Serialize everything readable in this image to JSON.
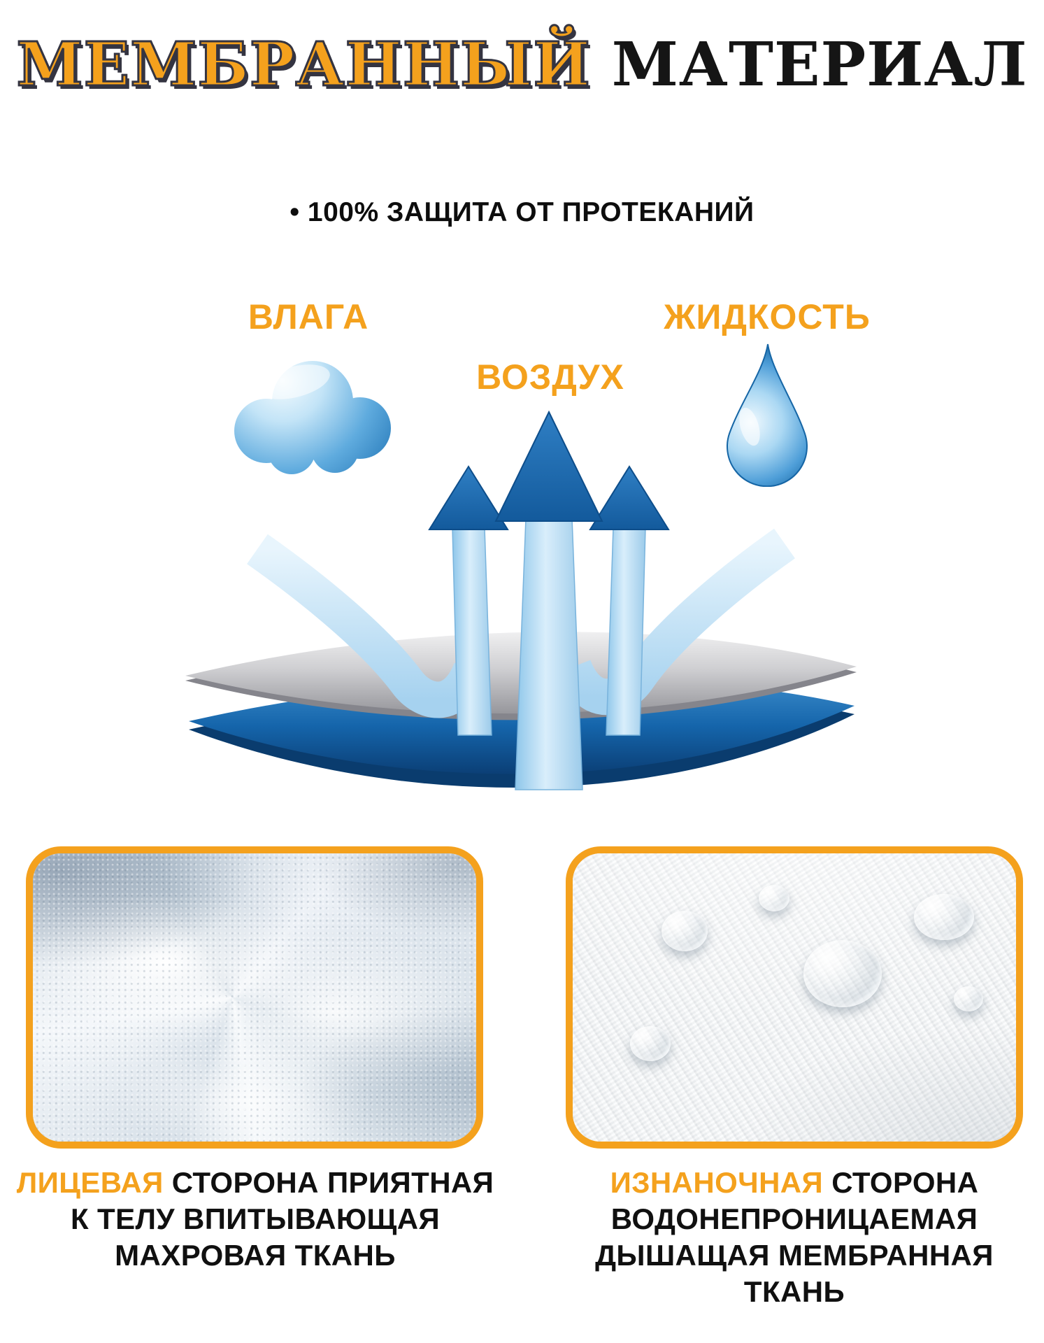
{
  "title": {
    "highlight": "МЕМБРАННЫЙ",
    "rest": "МАТЕРИАЛ"
  },
  "features": {
    "leak_protection": "• 100% ЗАЩИТА ОТ ПРОТЕКАНИЙ"
  },
  "diagram": {
    "moisture_label": "ВЛАГА",
    "air_label": "ВОЗДУХ",
    "liquid_label": "ЖИДКОСТЬ"
  },
  "cards": {
    "front": {
      "highlight": "ЛИЦЕВАЯ",
      "text": " СТОРОНА ПРИЯТНАЯ К ТЕЛУ ВПИТЫВАЮЩАЯ МАХРОВАЯ ТКАНЬ"
    },
    "back": {
      "highlight": "ИЗНАНОЧНАЯ",
      "text": " СТОРОНА ВОДОНЕПРОНИЦАЕМАЯ ДЫШАЩАЯ МЕМБРАННАЯ ТКАНЬ"
    }
  },
  "colors": {
    "accent": "#F4A11D",
    "dark_blue": "#1A67AE",
    "light_blue": "#AED7F2",
    "ink": "#121212"
  }
}
